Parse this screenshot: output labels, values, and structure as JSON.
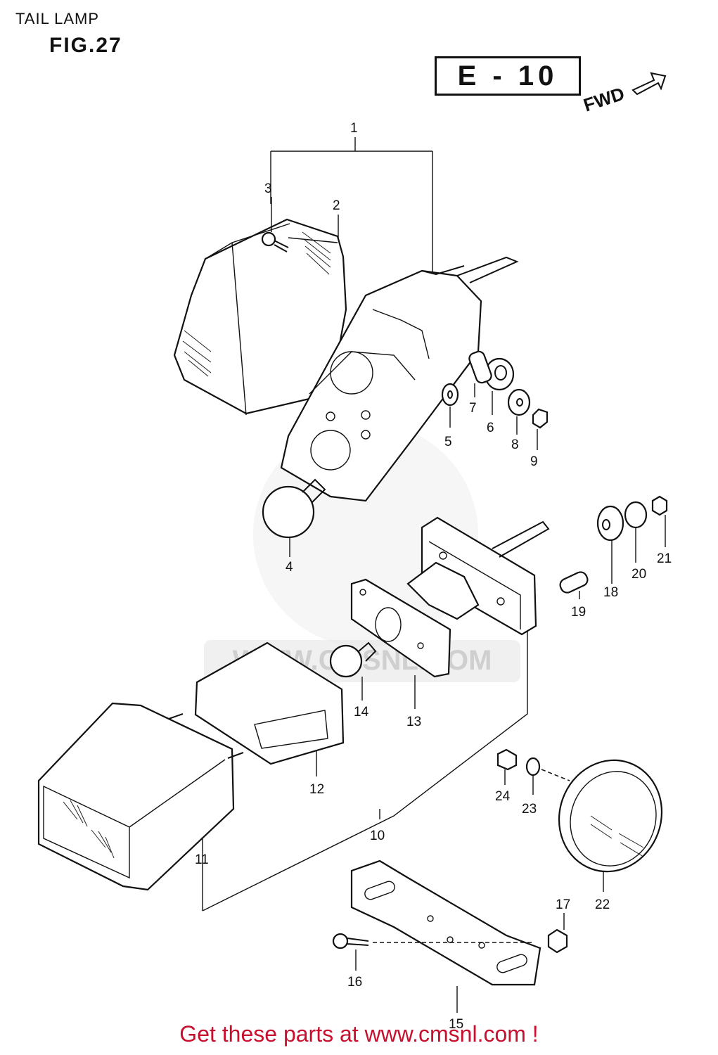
{
  "header": {
    "title": "TAIL LAMP",
    "figure": "FIG.27"
  },
  "region_code": "E - 10",
  "direction_label": "FWD",
  "watermark": "WWW.CMSNL.COM",
  "callouts": {
    "p1": "1",
    "p2": "2",
    "p3": "3",
    "p4": "4",
    "p5": "5",
    "p6": "6",
    "p7": "7",
    "p8": "8",
    "p9": "9",
    "p10": "10",
    "p11": "11",
    "p12": "12",
    "p13": "13",
    "p14": "14",
    "p15": "15",
    "p16": "16",
    "p17": "17",
    "p18": "18",
    "p19": "19",
    "p20": "20",
    "p21": "21",
    "p22": "22",
    "p23": "23",
    "p24": "24"
  },
  "footer": {
    "banner": "Get these parts at www.cmsnl.com !",
    "color": "#c8102e"
  }
}
